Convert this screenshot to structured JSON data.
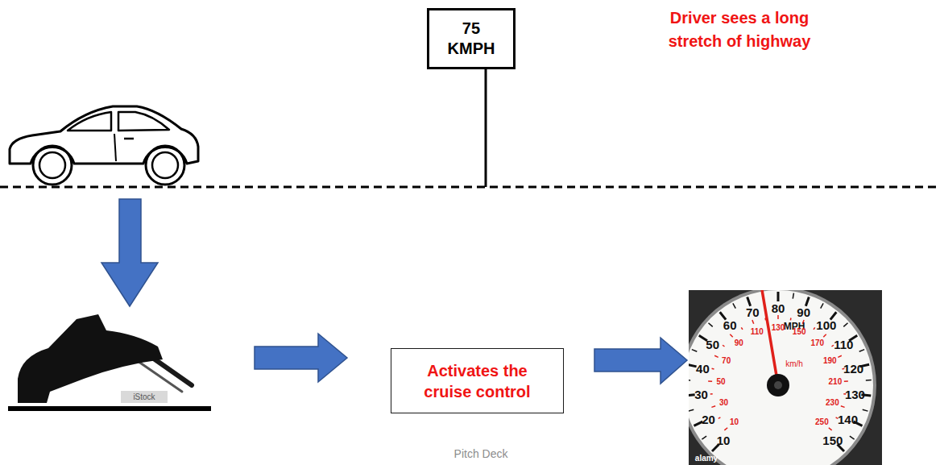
{
  "diagram": {
    "nodes": [
      {
        "text": [
          "75 KMPH"
        ]
      },
      {
        "text": [
          "Activates the cruise control"
        ]
      }
    ],
    "labels": [
      "Driver sees a long stretch of highway",
      "Pitch Deck",
      "10",
      "20",
      "30",
      "40",
      "50",
      "60",
      "70",
      "80",
      "90",
      "100",
      "110",
      "120",
      "130",
      "140",
      "150",
      "MPH",
      "km/h",
      "10",
      "30",
      "50",
      "70",
      "90",
      "110",
      "130",
      "150",
      "170",
      "190",
      "210",
      "230",
      "250",
      "iStock",
      "alamy"
    ]
  }
}
